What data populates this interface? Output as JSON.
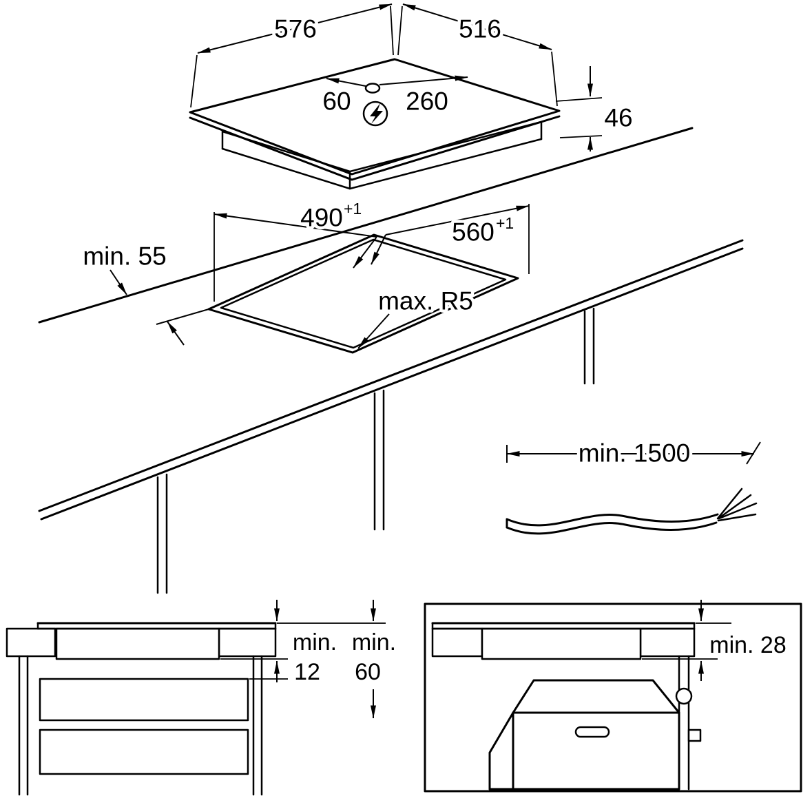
{
  "hob_view": {
    "width_label": "576",
    "depth_label": "516",
    "gland_offset_label": "60",
    "gland_center_label": "260",
    "height_label": "46",
    "power_icon": "lightning-bolt-icon"
  },
  "worktop_view": {
    "cutout_depth_label": "490",
    "cutout_depth_tolerance": "+1",
    "cutout_width_label": "560",
    "cutout_width_tolerance": "+1",
    "edge_clearance_label": "min. 55",
    "corner_radius_label": "max. R5"
  },
  "cable_view": {
    "length_label": "min. 1500"
  },
  "section_left": {
    "clearance1_word": "min.",
    "clearance1_value": "12",
    "clearance2_word": "min.",
    "clearance2_value": "60"
  },
  "section_oven": {
    "clearance_label": "min. 28"
  }
}
